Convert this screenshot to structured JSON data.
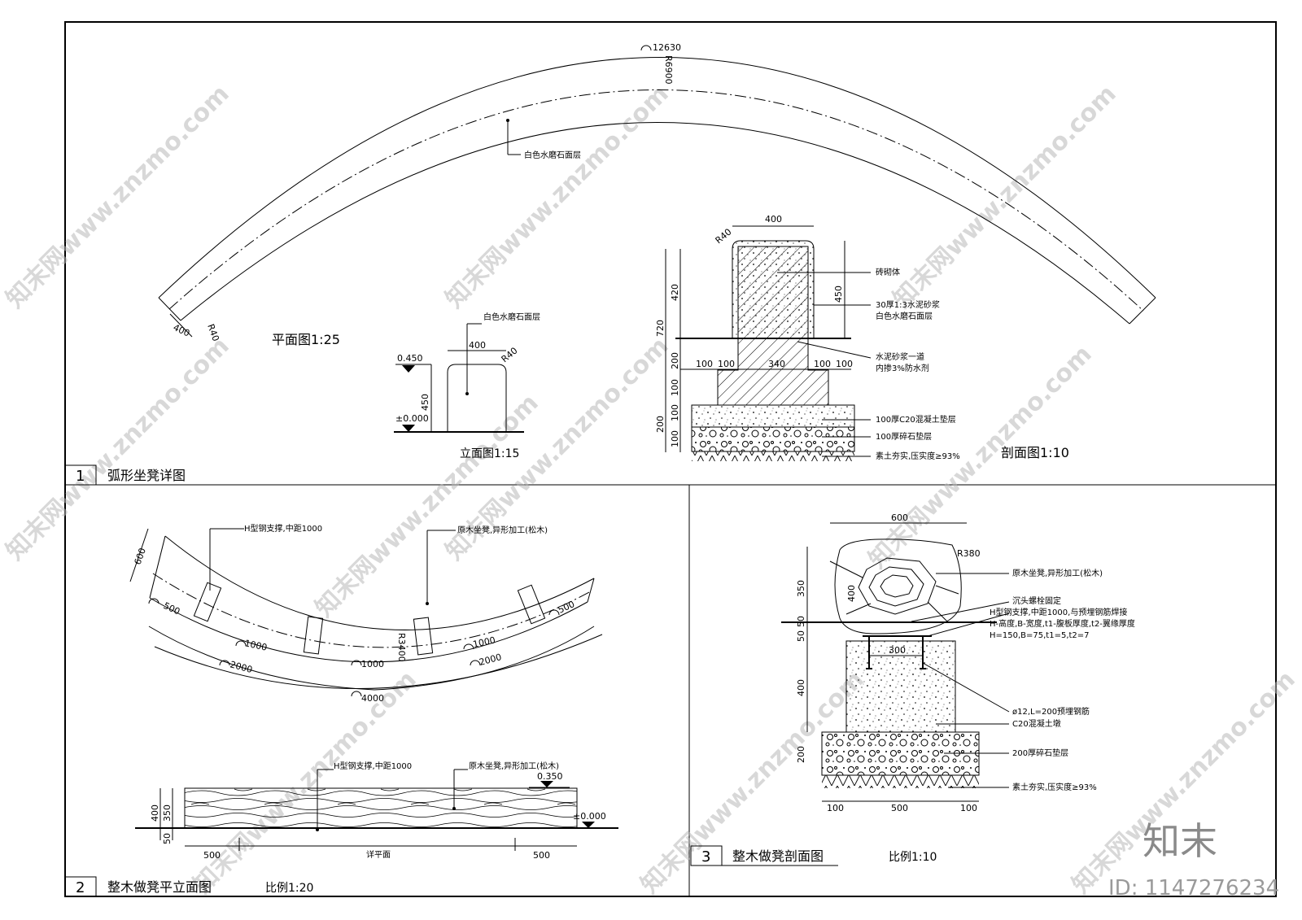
{
  "sheet": {
    "brand": "知末",
    "id_text": "ID: 1147276234",
    "watermark": "知末网www.znzmo.com"
  },
  "panel1": {
    "number": "1",
    "title": "弧形坐凳详图",
    "plan": {
      "caption": "平面图1:25",
      "arc_length": "12630",
      "radius": "R6900",
      "material": "白色水磨石面层",
      "width": "400",
      "corner": "R40"
    },
    "elevation": {
      "caption": "立面图1:15",
      "material": "白色水磨石面层",
      "width": "400",
      "corner": "R40",
      "height": "450",
      "top_level": "0.450",
      "ground_level": "±0.000"
    },
    "section": {
      "caption": "剖面图1:10",
      "top_width": "400",
      "corner": "R40",
      "dims_left": [
        "720",
        "420",
        "200",
        "200",
        "100",
        "100",
        "100"
      ],
      "dim_right": "450",
      "dims_base": [
        "100",
        "100",
        "340",
        "100",
        "100"
      ],
      "notes": [
        "砖砌体",
        "30厚1:3水泥砂浆",
        "白色水磨石面层",
        "水泥砂浆一道",
        "内掺3%防水剂",
        "100厚C20混凝土垫层",
        "100厚碎石垫层",
        "素土夯实,压实度≥93%"
      ]
    }
  },
  "panel2": {
    "number": "2",
    "title": "整木做凳平立面图",
    "scale": "比例1:20",
    "plan": {
      "label_steel": "H型钢支撑,中距1000",
      "label_wood": "原木坐凳,异形加工(松木)",
      "width": "600",
      "radius": "R3400",
      "dims": [
        "500",
        "1000",
        "1000",
        "1000",
        "500",
        "2000",
        "2000",
        "4000"
      ]
    },
    "elevation": {
      "label_steel": "H型钢支撑,中距1000",
      "label_wood": "原木坐凳,异形加工(松木)",
      "top_level": "0.350",
      "ground_level": "±0.000",
      "dims_left": [
        "400",
        "350",
        "50"
      ],
      "dims_bottom": [
        "500",
        "详平面",
        "500"
      ]
    }
  },
  "panel3": {
    "number": "3",
    "title": "整木做凳剖面图",
    "scale": "比例1:10",
    "top_width": "600",
    "radius": "R380",
    "dims_left": [
      "350",
      "400",
      "50",
      "50",
      "400",
      "200"
    ],
    "pier_width": "300",
    "dims_bottom": [
      "100",
      "500",
      "100"
    ],
    "notes": [
      "原木坐凳,异形加工(松木)",
      "沉头螺栓固定",
      "H型钢支撑,中距1000,与预埋钢筋焊接",
      "H-高度,B-宽度,t1-腹板厚度,t2-翼缘厚度",
      "H=150,B=75,t1=5,t2=7",
      "ø12,L=200预埋钢筋",
      "C20混凝土墩",
      "200厚碎石垫层",
      "素土夯实,压实度≥93%"
    ]
  }
}
